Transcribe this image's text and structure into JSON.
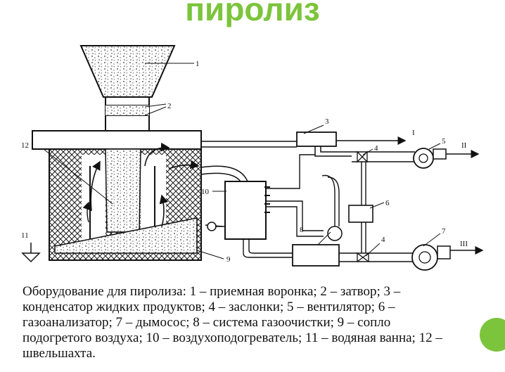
{
  "title": "пиролиз",
  "labels": {
    "n1": "1",
    "n2": "2",
    "n3": "3",
    "n4a": "4",
    "n4b": "4",
    "n5": "5",
    "n6": "6",
    "n7": "7",
    "n8": "8",
    "n9": "9",
    "n10": "10",
    "n11": "11",
    "n12": "12",
    "outI": "I",
    "outII": "II",
    "outIII": "III"
  },
  "caption": "Оборудование для пиролиза: 1 – приемная воронка; 2 – затвор; 3 – конденсатор жидких продуктов; 4 – заслонки; 5 – вентилятор; 6 – газоанализатор; 7 – дымосос; 8 – система газоочистки; 9 – сопло подогретого воздуха; 10 – воздухоподогреватель; 11 – водяная ванна; 12 – швельшахта.",
  "colors": {
    "accent": "#7cc43c"
  }
}
